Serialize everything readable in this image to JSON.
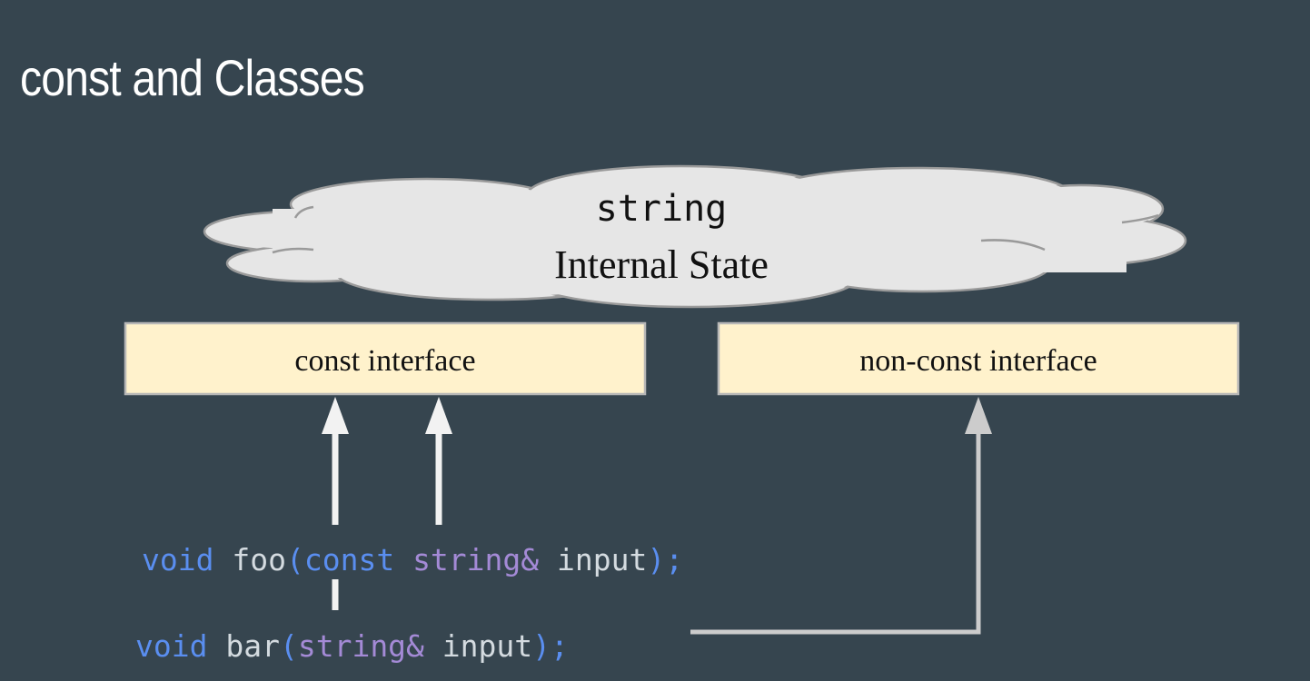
{
  "slide": {
    "title": "const and Classes"
  },
  "cloud": {
    "line1": "string",
    "line2": "Internal State"
  },
  "interfaces": {
    "const_label": "const interface",
    "non_const_label": "non-const interface"
  },
  "code": {
    "foo": {
      "keyword": "void",
      "name": "foo",
      "open_paren": "(",
      "qualifier": "const",
      "type": "string&",
      "param": "input",
      "close": ");"
    },
    "bar": {
      "keyword": "void",
      "name": "bar",
      "open_paren": "(",
      "type": "string&",
      "param": "input",
      "close": ");"
    }
  },
  "colors": {
    "background": "#36454f",
    "box_fill": "#fff2cc",
    "cloud_fill": "#e6e6e6",
    "keyword": "#5a8ef0",
    "type": "#a48ad6",
    "arrow_light": "#f2f2f2",
    "arrow_grey": "#cccccc"
  }
}
